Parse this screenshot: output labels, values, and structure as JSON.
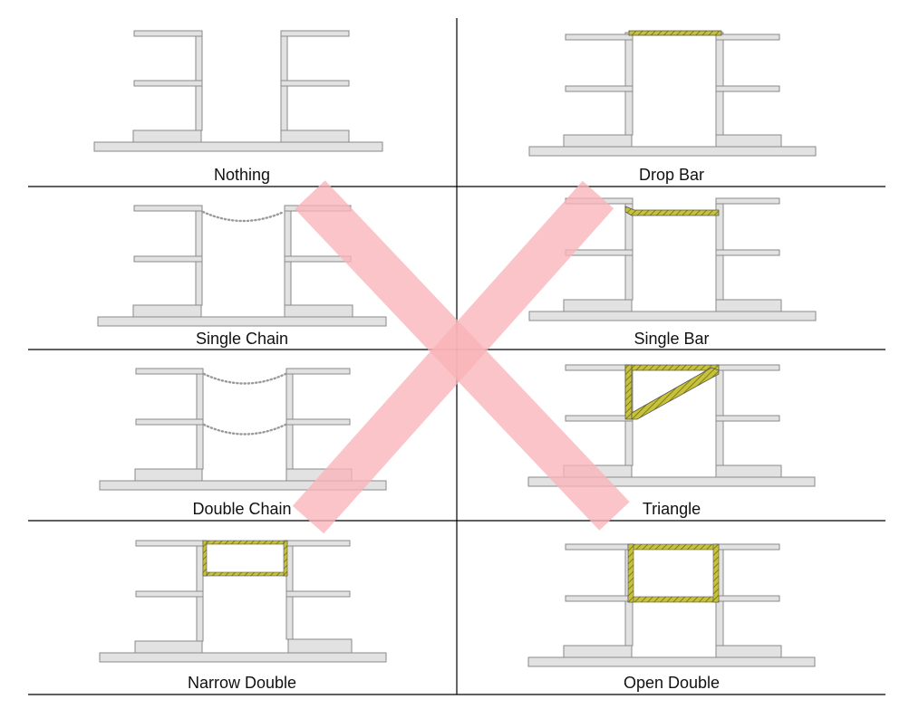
{
  "panels": [
    {
      "id": "nothing",
      "label": "Nothing",
      "accessory": "none"
    },
    {
      "id": "drop-bar",
      "label": "Drop Bar",
      "accessory": "drop-bar"
    },
    {
      "id": "single-chain",
      "label": "Single Chain",
      "accessory": "single-chain"
    },
    {
      "id": "single-bar",
      "label": "Single Bar",
      "accessory": "single-bar"
    },
    {
      "id": "double-chain",
      "label": "Double Chain",
      "accessory": "double-chain"
    },
    {
      "id": "triangle",
      "label": "Triangle",
      "accessory": "triangle"
    },
    {
      "id": "narrow-double",
      "label": "Narrow Double",
      "accessory": "narrow-double"
    },
    {
      "id": "open-double",
      "label": "Open Double",
      "accessory": "open-double"
    }
  ],
  "colors": {
    "rack": "#e2e2e2",
    "rack_outline": "#8a8a8a",
    "bar_yellow": "#c7c23a",
    "bar_hatch": "#6f6b1a",
    "chain": "#9a9a9a",
    "cross_out": "#f8b4b8"
  },
  "overlay": {
    "crossed_out_panels": [
      "single-chain",
      "single-bar",
      "double-chain",
      "triangle"
    ]
  }
}
